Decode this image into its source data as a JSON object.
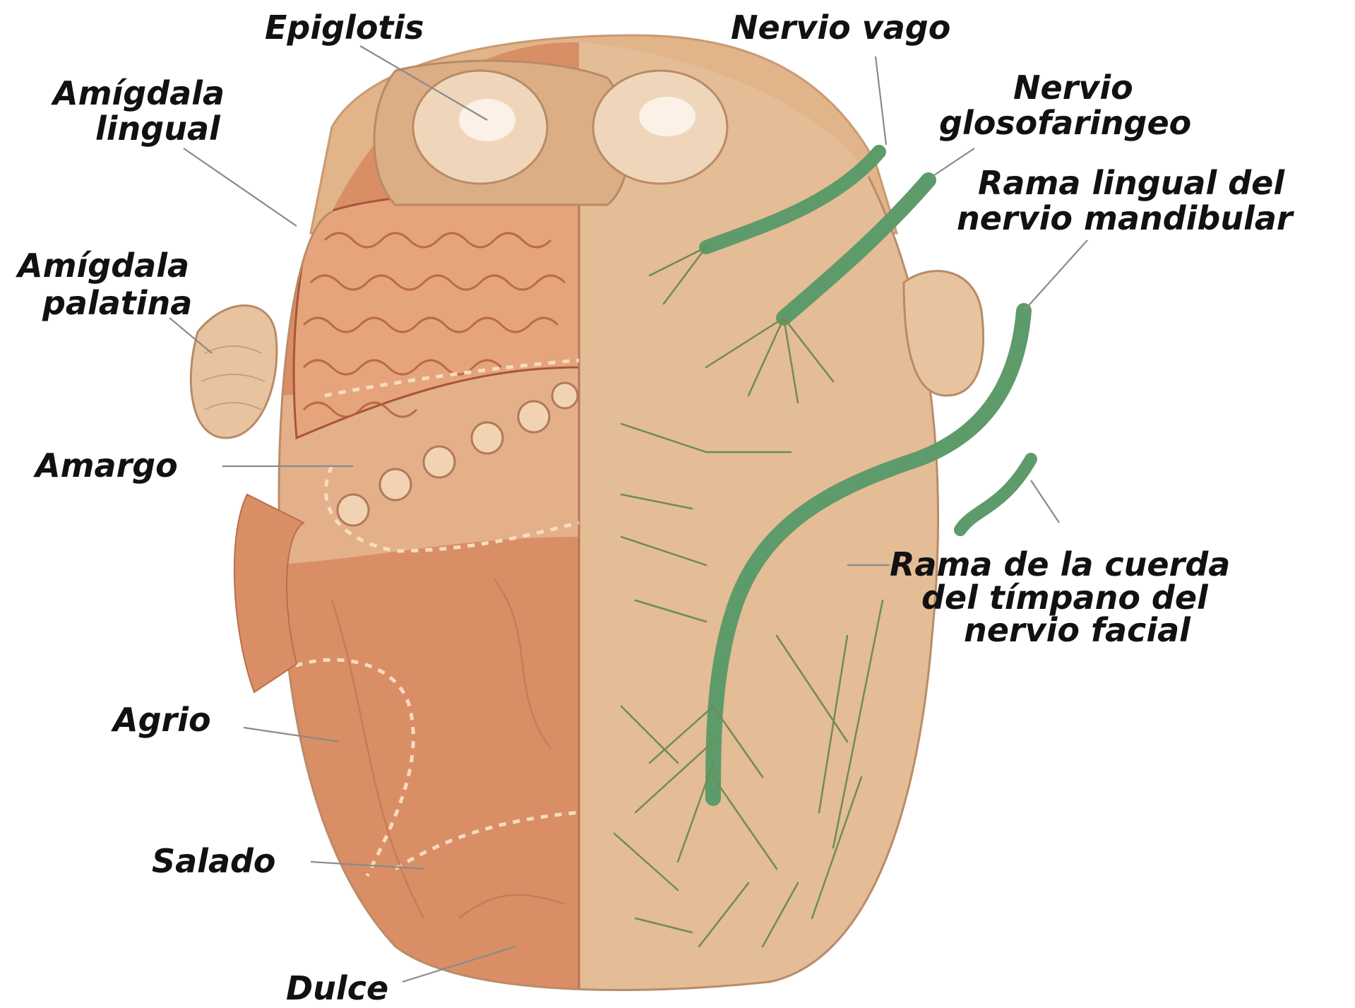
{
  "labels": {
    "epiglotis": "Epiglotis",
    "nervio_vago": "Nervio vago",
    "amigdala_lingual_1": "Amígdala",
    "amigdala_lingual_2": "lingual",
    "nervio_glosofaringeo_1": "Nervio",
    "nervio_glosofaringeo_2": "glosofaringeo",
    "rama_lingual_1": "Rama lingual del",
    "rama_lingual_2": "nervio mandibular",
    "amigdala_palatina_1": "Amígdala",
    "amigdala_palatina_2": "palatina",
    "amargo": "Amargo",
    "cuerda_timpano_1": "Rama de la cuerda",
    "cuerda_timpano_2": "del tímpano del",
    "cuerda_timpano_3": "nervio facial",
    "agrio": "Agrio",
    "salado": "Salado",
    "dulce": "Dulce"
  },
  "colors": {
    "tongue_left": "#d98e66",
    "tongue_right": "#e4bc96",
    "tongue_upper": "#e0b18a",
    "nerve": "#5e9b6a",
    "tonsil": "#e7c49f",
    "dotted_region": "#f6dcc2"
  }
}
